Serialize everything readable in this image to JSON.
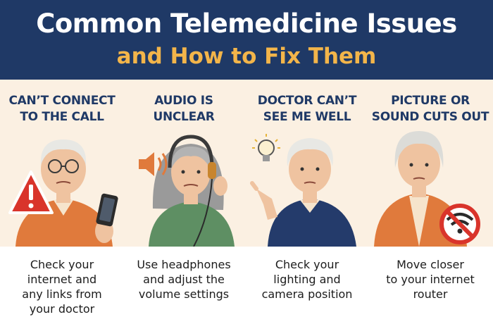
{
  "header": {
    "title": "Common Telemedicine Issues",
    "subtitle": "and How to Fix Them"
  },
  "issues": [
    {
      "title_lines": [
        "CAN’T CONNECT",
        "TO THE CALL"
      ],
      "tip_lines": [
        "Check your",
        "internet and",
        "any links from",
        "your doctor"
      ],
      "icons": [
        "warning-icon",
        "smartphone-icon"
      ]
    },
    {
      "title_lines": [
        "AUDIO IS",
        "UNCLEAR"
      ],
      "tip_lines": [
        "Use headphones",
        "and adjust the",
        "volume settings"
      ],
      "icons": [
        "speaker-icon",
        "headphones-icon"
      ]
    },
    {
      "title_lines": [
        "DOCTOR CAN’T",
        "SEE ME WELL"
      ],
      "tip_lines": [
        "Check your",
        "lighting and",
        "camera position"
      ],
      "icons": [
        "lightbulb-icon"
      ]
    },
    {
      "title_lines": [
        "PICTURE OR",
        "SOUND CUTS OUT"
      ],
      "tip_lines": [
        "Move closer",
        "to your internet",
        "router"
      ],
      "icons": [
        "no-wifi-icon"
      ]
    }
  ],
  "colors": {
    "header_bg": "#1f3966",
    "title_white": "#ffffff",
    "subtitle_gold": "#f3b54a",
    "panel_bg": "#fbf0e2",
    "warning_red": "#d9342b",
    "sweater_orange": "#e07a3c",
    "sweater_green": "#5e8f63",
    "sweater_navy": "#243b6b"
  }
}
